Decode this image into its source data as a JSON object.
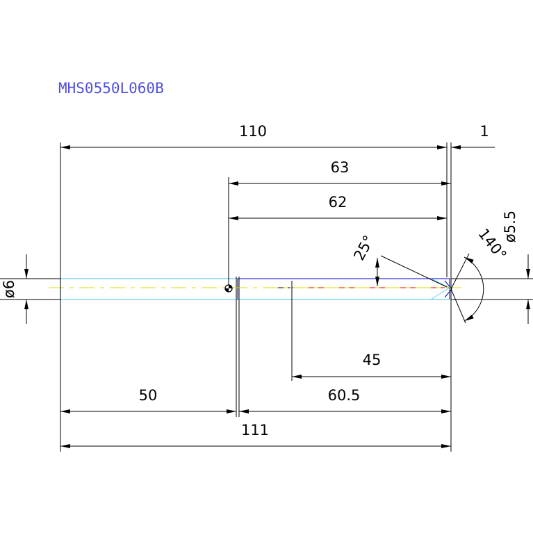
{
  "part_number": "MHS0550L060B",
  "dimensions": {
    "overall_110": "110",
    "tip_1": "1",
    "flute_63": "63",
    "flute_62": "62",
    "shank_50": "50",
    "flute_60_5": "60.5",
    "overall_111": "111",
    "flute_45": "45",
    "dia_6": "ø6",
    "dia_5_5": "ø5.5",
    "angle_25": "25°",
    "angle_140": "140°"
  },
  "colors": {
    "dimension": "#000000",
    "title": "#5050e0",
    "shank_outline": "#66ccee",
    "flute_outline": "#0000cc",
    "centerline": "#dddd00",
    "red_line": "#dd0000"
  }
}
